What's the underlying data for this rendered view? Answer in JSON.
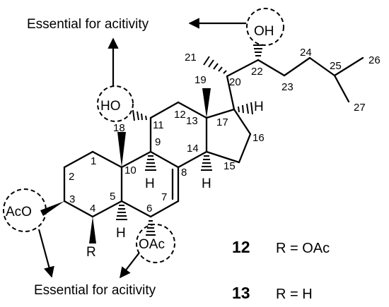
{
  "annotations": {
    "top_note": "Essential for acitivity",
    "bottom_note": "Essential for acitivity"
  },
  "groups": {
    "hydroxyl_22": "OH",
    "hydroxyl_11": "HO",
    "acetoxy_3": "AcO",
    "acetoxy_6": "OAc",
    "substituent_4": "R"
  },
  "hydrogens": {
    "h17": "H",
    "h9": "H",
    "h14": "H",
    "h5": "H"
  },
  "atom_numbers": {
    "n1": "1",
    "n2": "2",
    "n3": "3",
    "n4": "4",
    "n5": "5",
    "n6": "6",
    "n7": "7",
    "n8": "8",
    "n9": "9",
    "n10": "10",
    "n11": "11",
    "n12": "12",
    "n13": "13",
    "n14": "14",
    "n15": "15",
    "n16": "16",
    "n17": "17",
    "n18": "18",
    "n19": "19",
    "n20": "20",
    "n21": "21",
    "n22": "22",
    "n23": "23",
    "n24": "24",
    "n25": "25",
    "n26": "26",
    "n27": "27"
  },
  "compounds": [
    {
      "id": "12",
      "definition": "R = OAc"
    },
    {
      "id": "13",
      "definition": "R = H"
    }
  ]
}
